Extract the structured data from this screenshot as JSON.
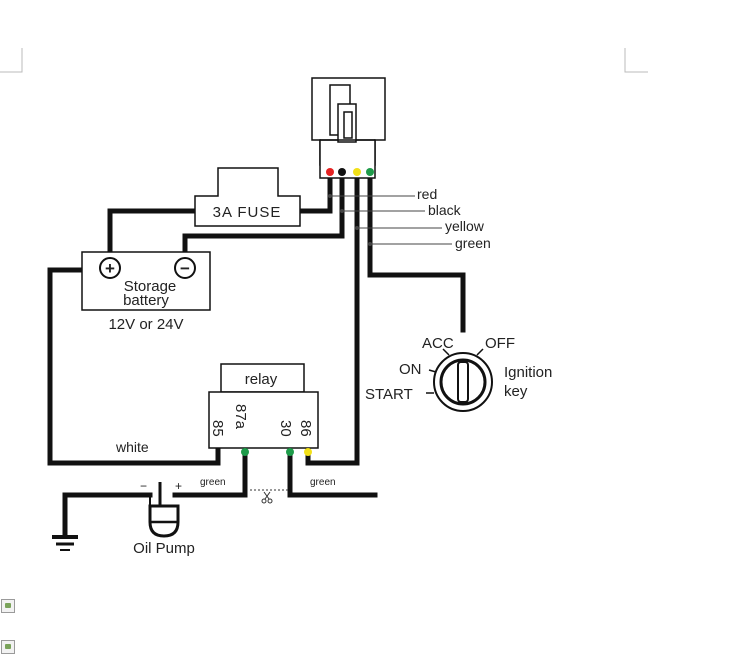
{
  "colors": {
    "line": "#111111",
    "wire_red": "#e52222",
    "wire_black": "#111111",
    "wire_yellow": "#f2e018",
    "wire_green": "#1e9b4a",
    "pin_yellow": "#f2e018",
    "pin_green": "#1e9b4a",
    "leader": "#444444",
    "background": "#ffffff"
  },
  "fuse": {
    "label": "3A FUSE"
  },
  "battery": {
    "positive_symbol": "+",
    "negative_symbol": "−",
    "label_line1": "Storage",
    "label_line2": "battery",
    "voltage": "12V or 24V"
  },
  "connector_wires": {
    "red": "red",
    "black": "black",
    "yellow": "yellow",
    "green": "green"
  },
  "ignition": {
    "acc": "ACC",
    "off": "OFF",
    "on": "ON",
    "start": "START",
    "label_line1": "Ignition",
    "label_line2": "key"
  },
  "relay": {
    "label": "relay",
    "pin_85": "85",
    "pin_87a": "87a",
    "pin_30": "30",
    "pin_86": "86"
  },
  "wires": {
    "white": "white",
    "green_left": "green",
    "green_right": "green"
  },
  "oil_pump": {
    "label": "Oil Pump",
    "minus": "−",
    "plus": "+"
  },
  "icons": {
    "scissors": "scissors-icon",
    "ground": "ground-icon",
    "broken_image": "broken-image-icon"
  }
}
